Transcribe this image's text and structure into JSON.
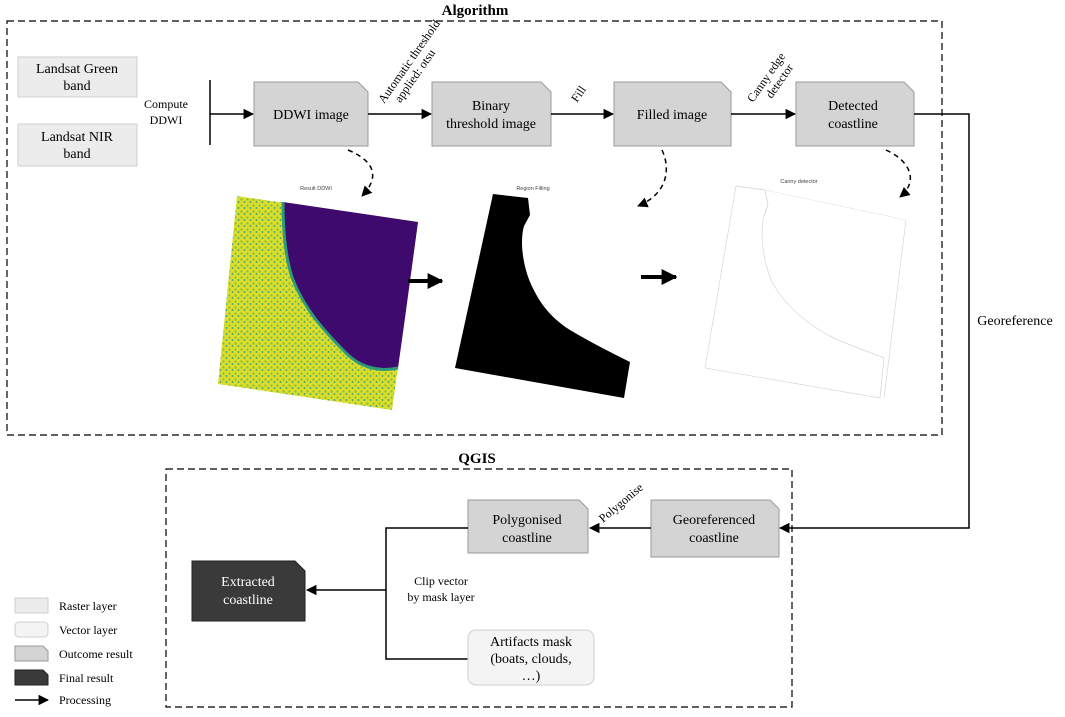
{
  "sections": {
    "algorithm_title": "Algorithm",
    "qgis_title": "QGIS"
  },
  "nodes": {
    "landsat_green": [
      "Landsat Green",
      "band"
    ],
    "landsat_nir": [
      "Landsat NIR",
      "band"
    ],
    "ddwi_image": [
      "DDWI image"
    ],
    "binary_threshold": [
      "Binary",
      "threshold image"
    ],
    "filled_image": [
      "Filled image"
    ],
    "detected_coastline": [
      "Detected",
      "coastline"
    ],
    "georeferenced_coastline": [
      "Georeferenced",
      "coastline"
    ],
    "polygonised_coastline": [
      "Polygonised",
      "coastline"
    ],
    "extracted_coastline": [
      "Extracted",
      "coastline"
    ],
    "artifacts_mask": [
      "Artifacts mask",
      "(boats, clouds,",
      "…)"
    ]
  },
  "edges": {
    "compute_ddwi": [
      "Compute",
      "DDWI"
    ],
    "auto_threshold": [
      "Automatic threshold",
      "applied: otsu"
    ],
    "fill": "Fill",
    "canny": [
      "Canny edge",
      "detector"
    ],
    "georeference": "Georeference",
    "polygonise": "Polygonise",
    "clip_vector": [
      "Clip vector",
      "by mask layer"
    ]
  },
  "images": {
    "ddwi_title": "Result DDWI",
    "region_title": "Region Filling",
    "canny_title": "Canny detector"
  },
  "legend": {
    "raster": "Raster layer",
    "vector": "Vector layer",
    "outcome": "Outcome result",
    "final": "Final result",
    "processing": "Processing"
  },
  "colors": {
    "raster_fill": "#ececec",
    "vector_fill": "#f4f4f4",
    "outcome_fill": "#d4d4d4",
    "final_fill": "#3a3a3a",
    "ddwi_water": "#3e0a6e",
    "ddwi_land": "#d9dc2a"
  }
}
